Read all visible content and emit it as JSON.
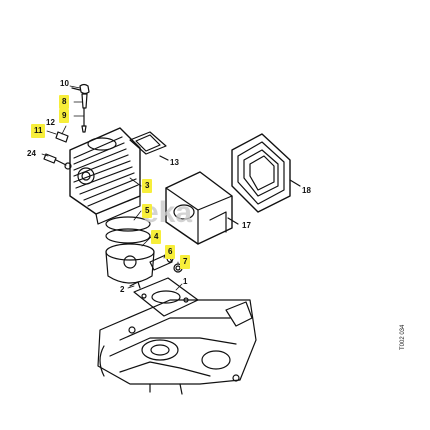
{
  "colors": {
    "highlight": "#f7ee3a",
    "line": "#111111",
    "watermark": "#c9c9c9"
  },
  "watermark": "eka",
  "drawing_code": "T002 034",
  "callouts": [
    {
      "label": "10",
      "highlighted": false
    },
    {
      "label": "8",
      "highlighted": true
    },
    {
      "label": "9",
      "highlighted": true
    },
    {
      "label": "12",
      "highlighted": false
    },
    {
      "label": "11",
      "highlighted": true
    },
    {
      "label": "24",
      "highlighted": false
    },
    {
      "label": "13",
      "highlighted": false
    },
    {
      "label": "3",
      "highlighted": true
    },
    {
      "label": "5",
      "highlighted": true
    },
    {
      "label": "4",
      "highlighted": true
    },
    {
      "label": "6",
      "highlighted": true
    },
    {
      "label": "7",
      "highlighted": true
    },
    {
      "label": "2",
      "highlighted": false
    },
    {
      "label": "1",
      "highlighted": false
    },
    {
      "label": "17",
      "highlighted": false
    },
    {
      "label": "18",
      "highlighted": false
    }
  ]
}
